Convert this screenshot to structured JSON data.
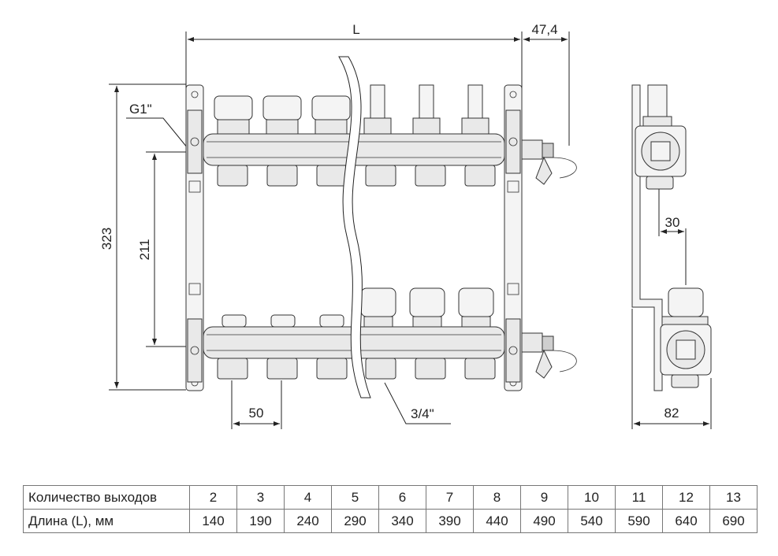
{
  "dimensions": {
    "length_label": "L",
    "side_offset": "47,4",
    "inlet_thread": "G1\"",
    "total_height": "323",
    "axis_distance": "211",
    "outlet_pitch": "50",
    "outlet_thread": "3/4\"",
    "bracket_offset": "30",
    "depth": "82"
  },
  "table": {
    "rows": [
      {
        "header": "Количество выходов",
        "values": [
          "2",
          "3",
          "4",
          "5",
          "6",
          "7",
          "8",
          "9",
          "10",
          "11",
          "12",
          "13"
        ]
      },
      {
        "header": "Длина (L), мм",
        "values": [
          "140",
          "190",
          "240",
          "290",
          "340",
          "390",
          "440",
          "490",
          "540",
          "590",
          "640",
          "690"
        ]
      }
    ]
  }
}
